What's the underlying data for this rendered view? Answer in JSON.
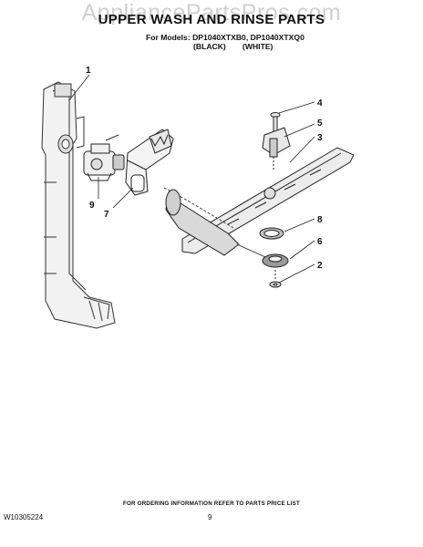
{
  "watermark": "AppliancePartsPros.com",
  "title": "UPPER WASH AND RINSE PARTS",
  "models_line": "For Models: DP1040XTXB0, DP1040XTXQ0",
  "variants": [
    "(BLACK)",
    "(WHITE)"
  ],
  "callouts": [
    "1",
    "4",
    "5",
    "3",
    "9",
    "7",
    "8",
    "6",
    "2"
  ],
  "footer": {
    "ordering_note": "FOR ORDERING INFORMATION REFER TO PARTS PRICE LIST",
    "doc_number": "W10305224",
    "page_number": "9"
  }
}
